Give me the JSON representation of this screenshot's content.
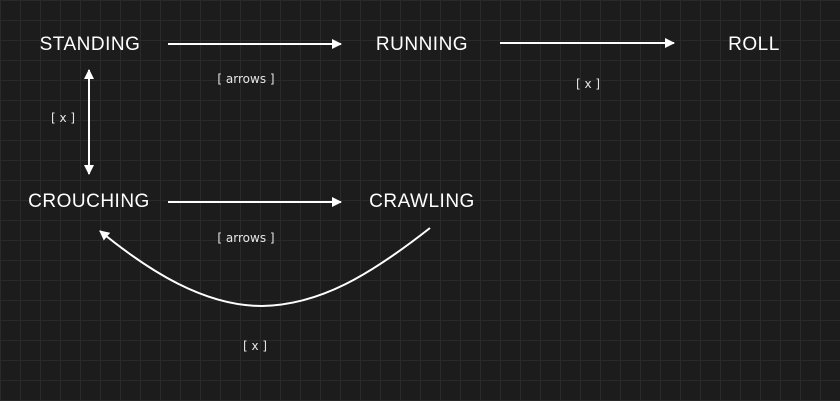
{
  "diagram": {
    "nodes": {
      "standing": "STANDING",
      "running": "RUNNING",
      "roll": "ROLL",
      "crouching": "CROUCHING",
      "crawling": "CRAWLING"
    },
    "edge_labels": {
      "standing_to_running": "[ arrows ]",
      "running_to_roll": "[ x ]",
      "standing_crouching": "[ x ]",
      "crouching_to_crawling": "[ arrows ]",
      "crawling_to_crouching": "[ x ]"
    },
    "colors": {
      "background": "#1c1c1c",
      "grid": "#2a2a2a",
      "line": "#ffffff",
      "text": "#ffffff"
    }
  }
}
